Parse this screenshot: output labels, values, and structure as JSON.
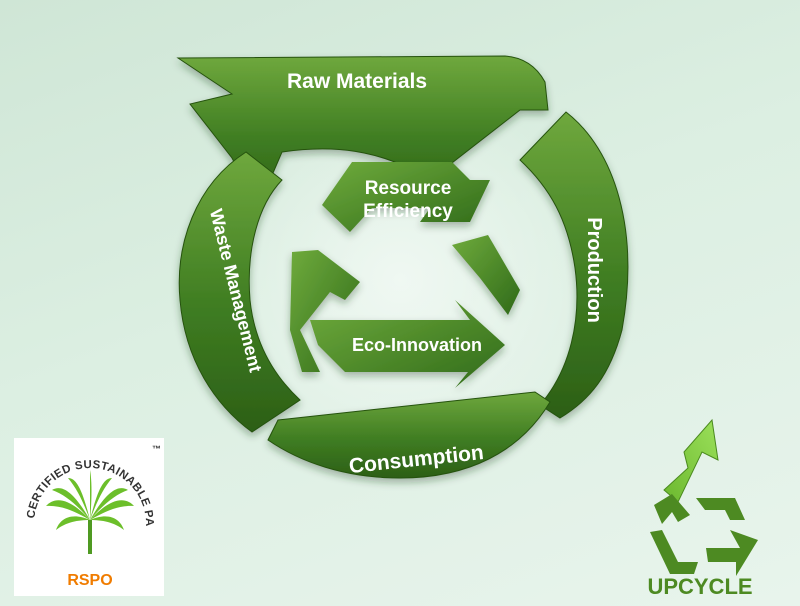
{
  "cycle": {
    "steps": [
      "Raw Materials",
      "Production",
      "Consumption",
      "Waste Management"
    ],
    "center": {
      "top_line1": "Resource",
      "top_line2": "Efficiency",
      "bottom": "Eco-Innovation"
    }
  },
  "logo": {
    "ring_text": "CERTIFIED SUSTAINABLE PALM OIL",
    "trademark": "™",
    "brand": "RSPO"
  },
  "badge": {
    "label": "UPCYCLE"
  },
  "colors": {
    "arrow_green": "#4f8a2b",
    "arrow_dark": "#2f6418",
    "text_white": "#ffffff",
    "upcycle_green": "#4d8a22",
    "rspo_orange": "#f07c00",
    "palm_green": "#6cbf2a"
  }
}
